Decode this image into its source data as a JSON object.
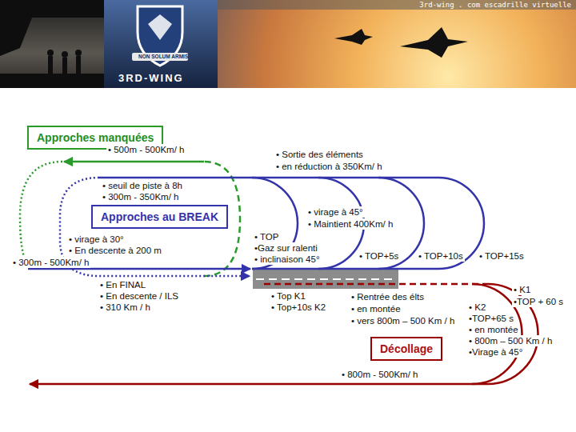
{
  "diagram": {
    "nodes": [
      {
        "text": [
          "Approches manquées"
        ]
      },
      {
        "text": [
          "Approches au BREAK"
        ]
      },
      {
        "text": [
          "Décollage"
        ]
      }
    ],
    "labels": [
      "3rd-wing . com escadrille virtuelle",
      "NON SOLUM ARMIS",
      "3RD-WING",
      "• 500m - 500Km/ h",
      "• Sortie des éléments",
      "• en réduction à 350Km/ h",
      "• seuil de piste à 8h",
      "• 300m - 350Km/ h",
      "• virage à 45°",
      "• Maintient 400Km/ h",
      "• TOP",
      "•Gaz sur ralenti",
      "• inclinaison 45°",
      "• virage à 30°",
      "• En descente à 200 m",
      "• 300m - 500Km/ h",
      "• TOP+5s",
      "• TOP+10s",
      "• TOP+15s",
      "• En FINAL",
      "• En descente / ILS",
      "• 310 Km / h",
      "• Top K1",
      "• Top+10s K2",
      "• Rentrée des élts",
      "• en montée",
      "• vers 800m – 500 Km / h",
      "• K1",
      "•TOP + 60 s",
      "• K2",
      "•TOP+65 s",
      "• en montée",
      "• 800m – 500 Km / h",
      "•Virage à 45°",
      "• 800m - 500Km/ h"
    ]
  }
}
